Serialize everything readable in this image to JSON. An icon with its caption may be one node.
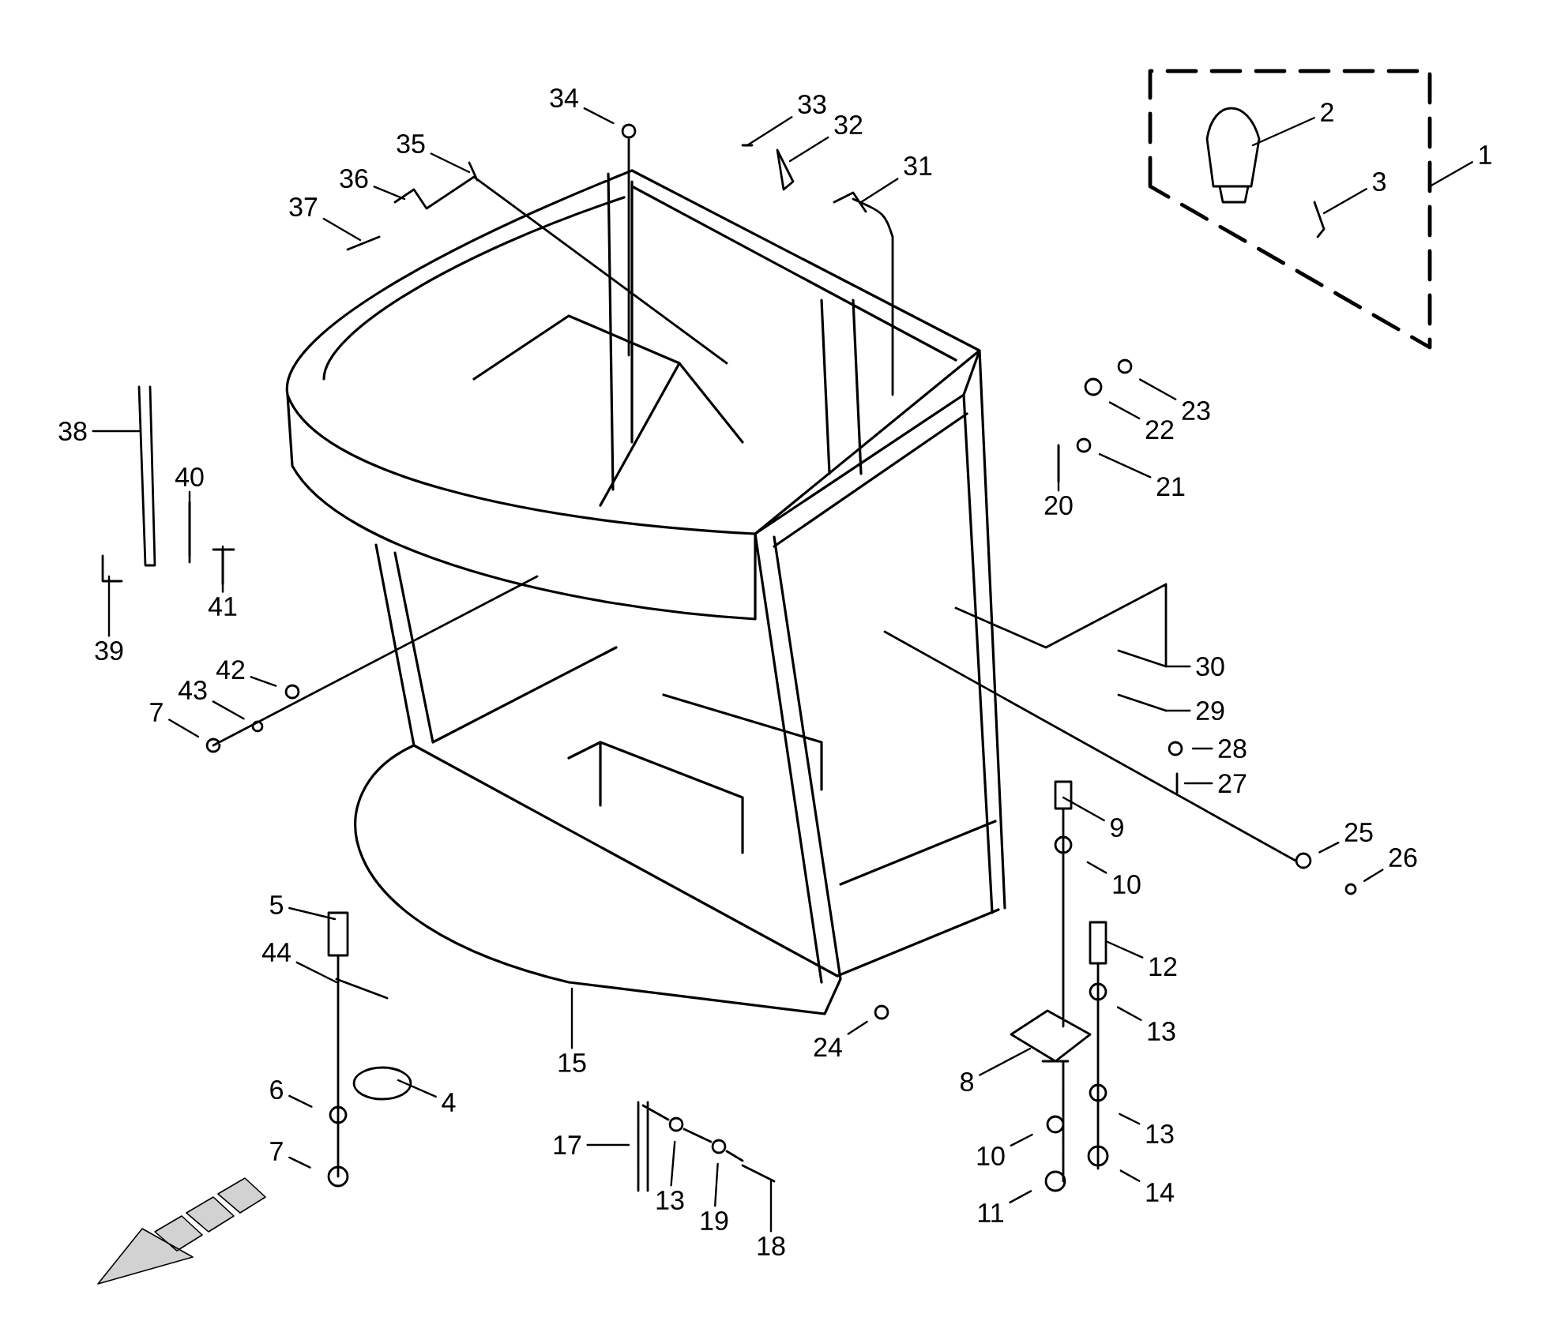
{
  "diagram": {
    "nodes": [
      {
        "text": [
          "1"
        ]
      },
      {
        "text": [
          "2"
        ]
      },
      {
        "text": [
          "3"
        ]
      },
      {
        "text": [
          "34"
        ]
      },
      {
        "text": [
          "33"
        ]
      },
      {
        "text": [
          "32"
        ]
      },
      {
        "text": [
          "31"
        ]
      },
      {
        "text": [
          "35"
        ]
      },
      {
        "text": [
          "36"
        ]
      },
      {
        "text": [
          "37"
        ]
      },
      {
        "text": [
          "38"
        ]
      },
      {
        "text": [
          "40"
        ]
      },
      {
        "text": [
          "39"
        ]
      },
      {
        "text": [
          "41"
        ]
      },
      {
        "text": [
          "42"
        ]
      },
      {
        "text": [
          "43"
        ]
      },
      {
        "text": [
          "7"
        ]
      },
      {
        "text": [
          "23"
        ]
      },
      {
        "text": [
          "22"
        ]
      },
      {
        "text": [
          "21"
        ]
      },
      {
        "text": [
          "20"
        ]
      },
      {
        "text": [
          "30"
        ]
      },
      {
        "text": [
          "29"
        ]
      },
      {
        "text": [
          "28"
        ]
      },
      {
        "text": [
          "27"
        ]
      },
      {
        "text": [
          "9"
        ]
      },
      {
        "text": [
          "10"
        ]
      },
      {
        "text": [
          "25"
        ]
      },
      {
        "text": [
          "26"
        ]
      },
      {
        "text": [
          "12"
        ]
      },
      {
        "text": [
          "13"
        ]
      },
      {
        "text": [
          "24"
        ]
      },
      {
        "text": [
          "8"
        ]
      },
      {
        "text": [
          "13"
        ]
      },
      {
        "text": [
          "10"
        ]
      },
      {
        "text": [
          "11"
        ]
      },
      {
        "text": [
          "14"
        ]
      },
      {
        "text": [
          "5"
        ]
      },
      {
        "text": [
          "44"
        ]
      },
      {
        "text": [
          "4"
        ]
      },
      {
        "text": [
          "6"
        ]
      },
      {
        "text": [
          "7"
        ]
      },
      {
        "text": [
          "15"
        ]
      },
      {
        "text": [
          "17"
        ]
      },
      {
        "text": [
          "13"
        ]
      },
      {
        "text": [
          "19"
        ]
      },
      {
        "text": [
          "18"
        ]
      }
    ],
    "edges": [
      {
        "from": 0,
        "to": null,
        "arrow": "none"
      },
      {
        "from": 1,
        "to": null,
        "arrow": "none"
      },
      {
        "from": 2,
        "to": null,
        "arrow": "none"
      },
      {
        "from": 3,
        "to": null,
        "arrow": "none"
      },
      {
        "from": 4,
        "to": null,
        "arrow": "none"
      },
      {
        "from": 5,
        "to": null,
        "arrow": "none"
      },
      {
        "from": 6,
        "to": null,
        "arrow": "none"
      },
      {
        "from": 7,
        "to": null,
        "arrow": "none"
      },
      {
        "from": 8,
        "to": null,
        "arrow": "none"
      },
      {
        "from": 9,
        "to": null,
        "arrow": "none"
      },
      {
        "from": 10,
        "to": null,
        "arrow": "none"
      },
      {
        "from": 11,
        "to": null,
        "arrow": "none"
      },
      {
        "from": 12,
        "to": null,
        "arrow": "none"
      },
      {
        "from": 13,
        "to": null,
        "arrow": "none"
      },
      {
        "from": 14,
        "to": null,
        "arrow": "none"
      },
      {
        "from": 15,
        "to": null,
        "arrow": "none"
      },
      {
        "from": 16,
        "to": null,
        "arrow": "none"
      },
      {
        "from": 17,
        "to": null,
        "arrow": "none"
      },
      {
        "from": 18,
        "to": null,
        "arrow": "none"
      },
      {
        "from": 19,
        "to": null,
        "arrow": "none"
      },
      {
        "from": 20,
        "to": null,
        "arrow": "none"
      },
      {
        "from": 21,
        "to": null,
        "arrow": "none"
      },
      {
        "from": 22,
        "to": null,
        "arrow": "none"
      },
      {
        "from": 23,
        "to": null,
        "arrow": "none"
      },
      {
        "from": 24,
        "to": null,
        "arrow": "none"
      },
      {
        "from": 25,
        "to": null,
        "arrow": "none"
      },
      {
        "from": 26,
        "to": null,
        "arrow": "none"
      },
      {
        "from": 27,
        "to": null,
        "arrow": "none"
      },
      {
        "from": 28,
        "to": null,
        "arrow": "none"
      },
      {
        "from": 29,
        "to": null,
        "arrow": "none"
      },
      {
        "from": 30,
        "to": null,
        "arrow": "none"
      },
      {
        "from": 31,
        "to": null,
        "arrow": "none"
      },
      {
        "from": 32,
        "to": null,
        "arrow": "none"
      },
      {
        "from": 33,
        "to": null,
        "arrow": "none"
      },
      {
        "from": 34,
        "to": null,
        "arrow": "none"
      },
      {
        "from": 35,
        "to": null,
        "arrow": "none"
      },
      {
        "from": 36,
        "to": null,
        "arrow": "none"
      },
      {
        "from": 37,
        "to": null,
        "arrow": "none"
      },
      {
        "from": 38,
        "to": null,
        "arrow": "none"
      },
      {
        "from": 39,
        "to": null,
        "arrow": "none"
      },
      {
        "from": 40,
        "to": null,
        "arrow": "none"
      },
      {
        "from": 41,
        "to": null,
        "arrow": "none"
      },
      {
        "from": 42,
        "to": null,
        "arrow": "none"
      },
      {
        "from": 43,
        "to": null,
        "arrow": "none"
      },
      {
        "from": 44,
        "to": null,
        "arrow": "none"
      },
      {
        "from": 45,
        "to": null,
        "arrow": "none"
      },
      {
        "from": 46,
        "to": null,
        "arrow": "none"
      }
    ]
  }
}
